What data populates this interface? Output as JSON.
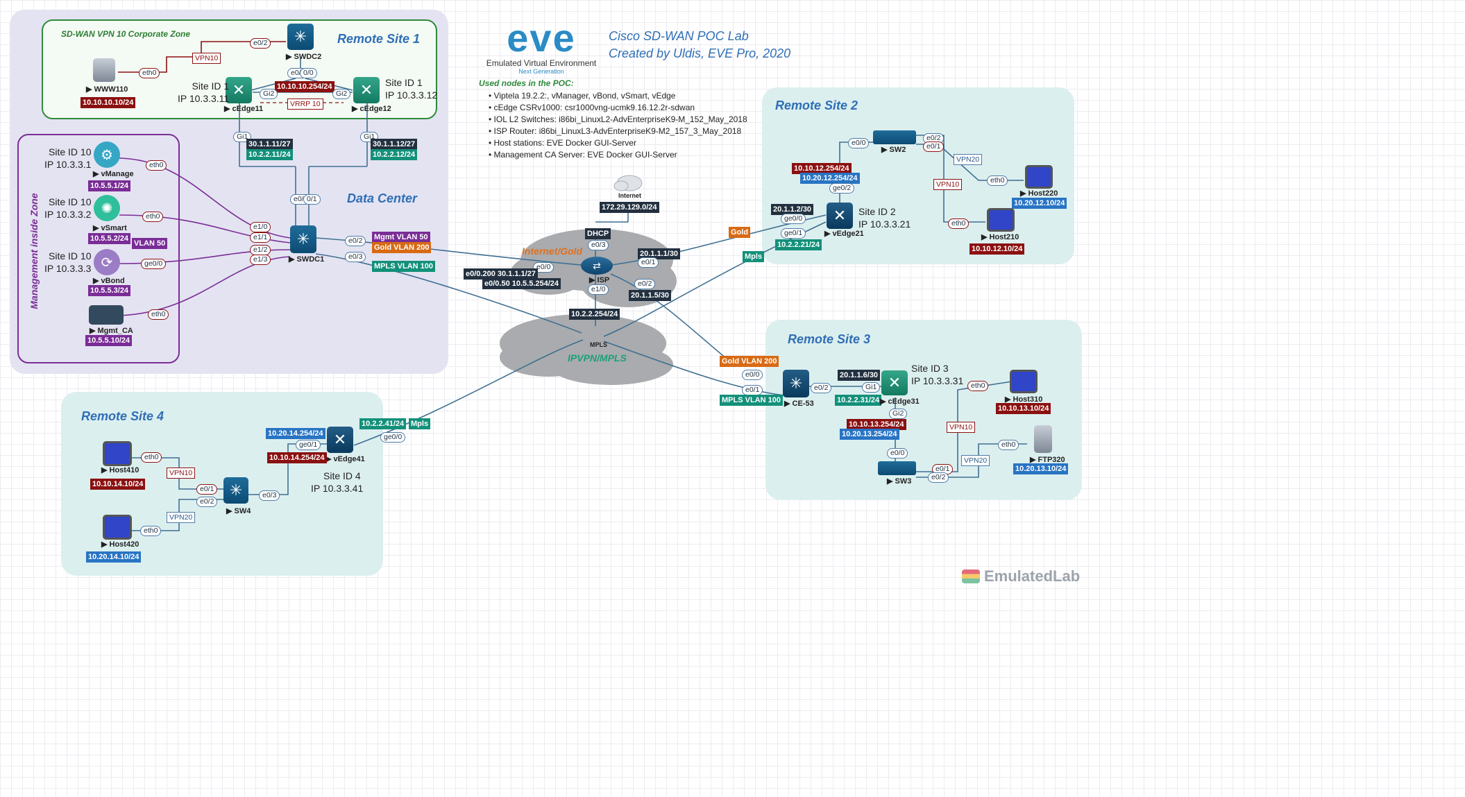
{
  "header": {
    "logo_word": "eve",
    "logo_sub": "Emulated Virtual Environment",
    "logo_sub2": "Next Generation",
    "title1": "Cisco SD-WAN POC Lab",
    "title2": "Created by Uldis, EVE Pro, 2020"
  },
  "nodes_used": {
    "heading": "Used nodes in the POC:",
    "items": [
      "Viptela 19.2.2:, vManager, vBond, vSmart, vEdge",
      "cEdge CSRv1000: csr1000vng-ucmk9.16.12.2r-sdwan",
      "IOL L2 Switches: i86bi_LinuxL2-AdvEnterpriseK9-M_152_May_2018",
      "ISP Router: i86bi_LinuxL3-AdvEnterpriseK9-M2_157_3_May_2018",
      "Host stations: EVE Docker GUI-Server",
      "Management CA Server: EVE Docker GUI-Server"
    ]
  },
  "zones": {
    "remote1": "Remote Site 1",
    "vpn10": "SD-WAN VPN 10 Corporate Zone",
    "datacenter": "Data Center",
    "mgmt": "Management inside Zone",
    "remote2": "Remote Site 2",
    "remote3": "Remote Site 3",
    "remote4": "Remote Site 4"
  },
  "clouds": {
    "internet": "Internet",
    "internet_net": "172.29.129.0/24",
    "internet_gold": "Internet/Gold",
    "mpls": "MPLS",
    "ipvpn": "IPVPN/MPLS"
  },
  "devices": {
    "swdc2": "SWDC2",
    "www110": "WWW110",
    "cedge11": "cEdge11",
    "cedge12": "cEdge12",
    "vmanage": "vManage",
    "vsmart": "vSmart",
    "vbond": "vBond",
    "mgmt_ca": "Mgmt_CA",
    "swdc1": "SWDC1",
    "isp": "ISP",
    "sw2": "SW2",
    "vedge21": "vEdge21",
    "host220": "Host220",
    "host210": "Host210",
    "ce53": "CE-53",
    "cedge31": "cEdge31",
    "host310": "Host310",
    "ftp320": "FTP320",
    "sw3": "SW3",
    "host410": "Host410",
    "host420": "Host420",
    "sw4": "SW4",
    "vedge41": "vEdge41"
  },
  "sites": {
    "s1a_1": "Site ID 1",
    "s1a_2": "IP 10.3.3.11",
    "s1b_1": "Site ID 1",
    "s1b_2": "IP 10.3.3.12",
    "vm_1": "Site ID 10",
    "vm_2": "IP 10.3.3.1",
    "vs_1": "Site ID 10",
    "vs_2": "IP 10.3.3.2",
    "vb_1": "Site ID 10",
    "vb_2": "IP 10.3.3.3",
    "s2_1": "Site ID 2",
    "s2_2": "IP 10.3.3.21",
    "s3_1": "Site ID 3",
    "s3_2": "IP 10.3.3.31",
    "s4_1": "Site ID 4",
    "s4_2": "IP 10.3.3.41"
  },
  "labels": {
    "www110_ip": "10.10.10.10/24",
    "vrrp_ip": "10.10.10.254/24",
    "cedge11_wan": "30.1.1.11/27",
    "cedge11_mpls": "10.2.2.11/24",
    "cedge12_wan": "30.1.1.12/27",
    "cedge12_mpls": "10.2.2.12/24",
    "vmanage_ip": "10.5.5.1/24",
    "vsmart_ip": "10.5.5.2/24",
    "vbond_ip": "10.5.5.3/24",
    "mgmt_ca_ip": "10.5.5.10/24",
    "vlan50": "VLAN  50",
    "mgmt_vlan": "Mgmt VLAN 50",
    "gold_vlan": "Gold VLAN 200",
    "mpls_vlan": "MPLS VLAN 100",
    "isp_sub1": "e0/0.200 30.1.1.1/27",
    "isp_sub2": "e0/0.50 10.5.5.254/24",
    "dhcp": "DHCP",
    "isp_e01": "20.1.1.1/30",
    "isp_e02": "20.1.1.5/30",
    "mpls_gw": "10.2.2.254/24",
    "vedge21_ge00": "20.1.1.2/30",
    "vedge21_mpls": "10.2.2.21/24",
    "gold": "Gold",
    "mpls": "Mpls",
    "sw2_red": "10.10.12.254/24",
    "sw2_blue": "10.20.12.254/24",
    "host220_ip": "10.20.12.10/24",
    "host210_ip": "10.10.12.10/24",
    "ce53_gold": "Gold VLAN 200",
    "ce53_mpls": "MPLS VLAN 100",
    "cedge31_wan": "20.1.1.6/30",
    "cedge31_mpls": "10.2.2.31/24",
    "sw3_red": "10.10.13.254/24",
    "sw3_blue": "10.20.13.254/24",
    "host310_ip": "10.10.13.10/24",
    "ftp320_ip": "10.20.13.10/24",
    "vedge41_mpls": "10.2.2.41/24",
    "mpls4": "Mpls",
    "sw4_blue": "10.20.14.254/24",
    "sw4_red": "10.10.14.254/24",
    "host410_ip": "10.10.14.10/24",
    "host420_ip": "10.20.14.10/24"
  },
  "ports": {
    "e02": "e0/2",
    "eth0": "eth0",
    "e01": "e0/1",
    "e00": "e0/0",
    "gi2": "Gi2",
    "gi1": "Gi1",
    "e10": "e1/0",
    "e11": "e1/1",
    "e12": "e1/2",
    "e13": "e1/3",
    "ge00": "ge0/0",
    "ge01": "ge0/1",
    "e03": "e0/3",
    "e00b": "e0/0",
    "e01b": "0/1",
    "e00c": "0/0",
    "ge02": "ge0/2"
  },
  "vpn": {
    "vpn10": "VPN10",
    "vpn20": "VPN20",
    "vrrp": "VRRP 10"
  },
  "watermark": "EmulatedLab"
}
